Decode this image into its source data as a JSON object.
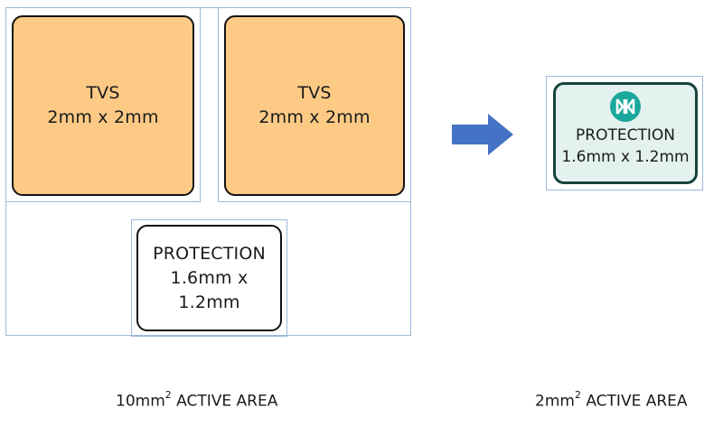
{
  "left": {
    "tvs_chips": [
      {
        "name": "TVS",
        "size": "2mm x 2mm"
      },
      {
        "name": "TVS",
        "size": "2mm x 2mm"
      }
    ],
    "protection_chip": {
      "line1": "PROTECTION",
      "line2": "1.6mm x",
      "line3": "1.2mm"
    },
    "active_area": {
      "prefix": "10mm",
      "superscript": "2",
      "suffix": " ACTIVE AREA"
    }
  },
  "right": {
    "protection_chip": {
      "line1": "PROTECTION",
      "line2": "1.6mm x 1.2mm"
    },
    "logo_icon": "maxim-logo-icon",
    "active_area": {
      "prefix": "2mm",
      "superscript": "2",
      "suffix": " ACTIVE AREA"
    }
  },
  "arrow_icon": "right-arrow-icon",
  "colors": {
    "tvs_fill": "#fdca86",
    "frame_border": "#9db8dc",
    "maxim_fill": "#e3f2ef",
    "maxim_border": "#17433b",
    "logo_teal": "#1aa89b",
    "arrow_blue": "#4472c4"
  }
}
